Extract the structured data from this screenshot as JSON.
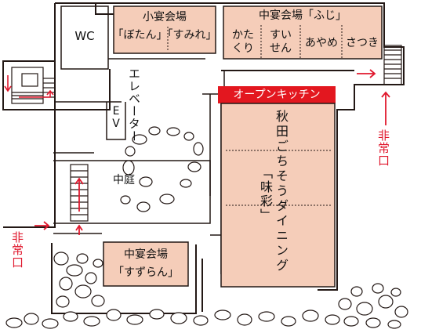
{
  "rooms": {
    "small_banquet": {
      "title": "小宴会場",
      "sub": "「ぼたん」「すみれ」"
    },
    "medium_banquet_fuji": {
      "title": "中宴会場「ふじ」",
      "units": [
        "かた\nくり",
        "すい\nせん",
        "あやめ",
        "さつき"
      ]
    },
    "wc": "WC",
    "elevator_hall": "エレベーター",
    "ev": "EV",
    "courtyard": "中庭",
    "medium_banquet_suzuran": {
      "title": "中宴会場",
      "sub": "「すずらん」"
    },
    "open_kitchen": "オープンキッチン",
    "dining": {
      "name": "秋田ごちそうダイニング",
      "sub": "「味彩」"
    }
  },
  "exits": {
    "right": "非常口",
    "left": "非常口"
  },
  "colors": {
    "room_fill": "#f5cdb9",
    "kitchen_red": "#e3171f",
    "arrow_red": "#e0182d",
    "line": "#231815"
  }
}
